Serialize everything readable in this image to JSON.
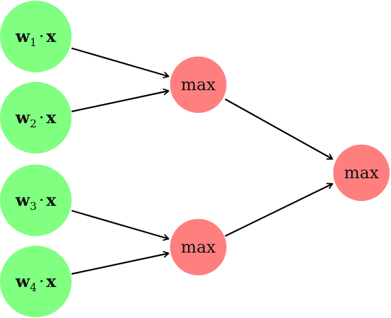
{
  "colors": {
    "input_node": "#80ff80",
    "max_node": "#ff7f7f",
    "edge": "#000000"
  },
  "inputs": [
    {
      "w": "w",
      "sub": "1",
      "dot": "·",
      "x": "x"
    },
    {
      "w": "w",
      "sub": "2",
      "dot": "·",
      "x": "x"
    },
    {
      "w": "w",
      "sub": "3",
      "dot": "·",
      "x": "x"
    },
    {
      "w": "w",
      "sub": "4",
      "dot": "·",
      "x": "x"
    }
  ],
  "max_nodes": [
    {
      "label": "max"
    },
    {
      "label": "max"
    },
    {
      "label": "max"
    }
  ]
}
